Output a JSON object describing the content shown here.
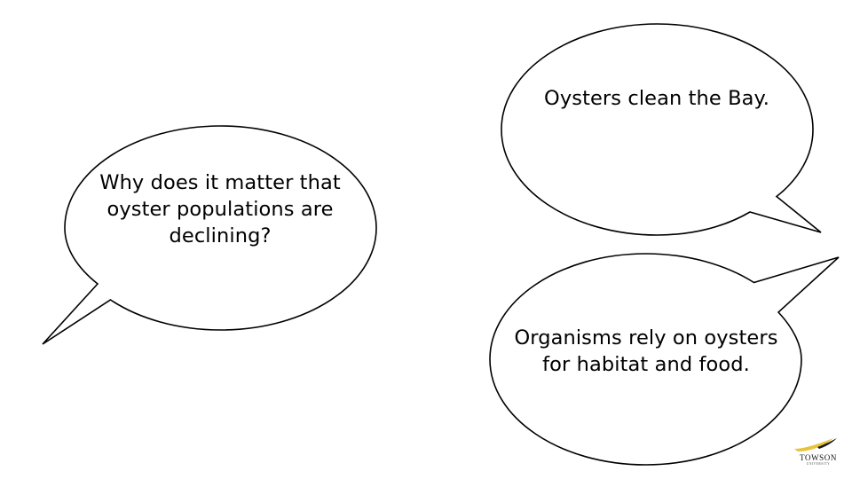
{
  "slide": {
    "background_color": "#FFFFFF",
    "outline_color": "#000000",
    "text_color": "#000000"
  },
  "bubbles": [
    {
      "id": "question",
      "name": "speech-bubble-question",
      "text": "Why does it matter that oyster populations are declining?",
      "tail_direction": "down-left"
    },
    {
      "id": "clean",
      "name": "speech-bubble-clean-bay",
      "text": "Oysters clean the Bay.",
      "tail_direction": "down-right"
    },
    {
      "id": "habitat",
      "name": "speech-bubble-habitat-food",
      "text": "Organisms rely on oysters for habitat and food.",
      "tail_direction": "up-right"
    }
  ],
  "logo": {
    "name": "TOWSON",
    "subtitle": "UNIVERSITY",
    "swoosh_gold": "#E8C33A",
    "swoosh_dark": "#1B1B1B"
  }
}
